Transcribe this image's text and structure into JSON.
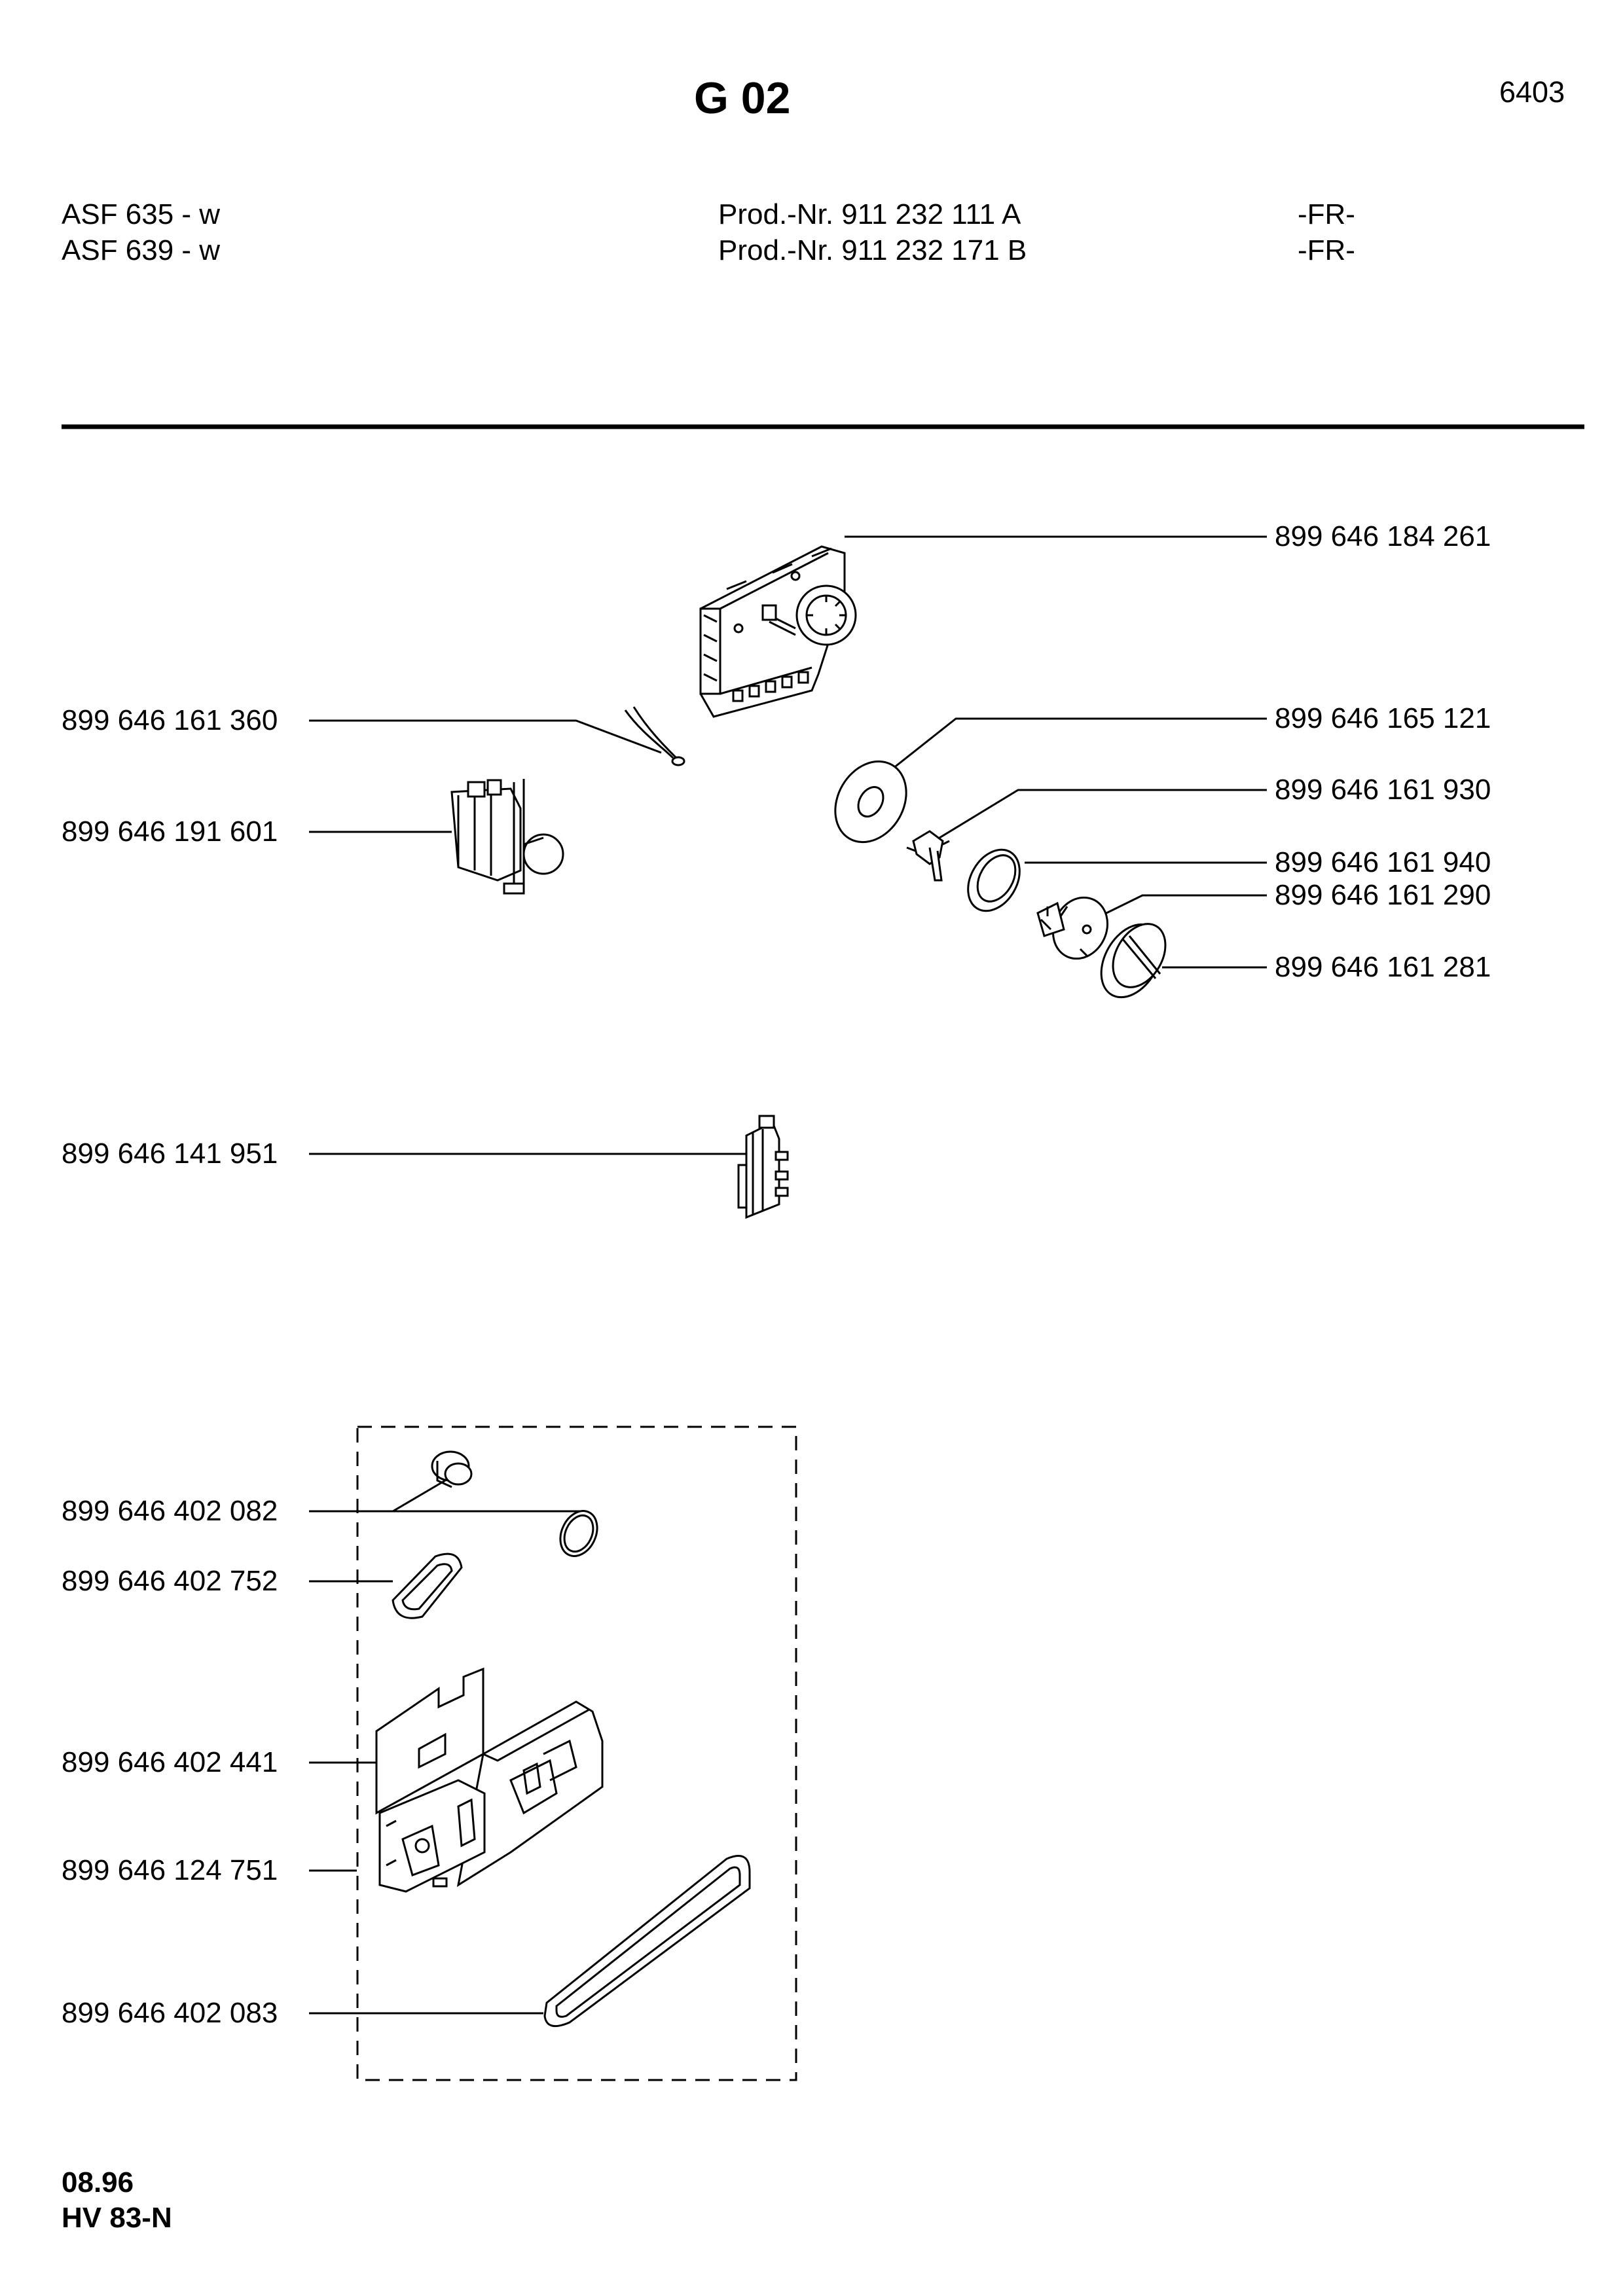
{
  "header": {
    "title": "G 02",
    "page_code": "6403",
    "models": [
      {
        "model": "ASF 635 - w",
        "prod": "Prod.-Nr. 911 232 111 A",
        "region": "-FR-"
      },
      {
        "model": "ASF 639 - w",
        "prod": "Prod.-Nr. 911 232 171 B",
        "region": "-FR-"
      }
    ]
  },
  "parts": {
    "timer": "899 646 184 261",
    "sensor_wire": "899 646 161 360",
    "switch": "899 646 191 601",
    "washer": "899 646 165 121",
    "clip": "899 646 161 930",
    "ring": "899 646 161 940",
    "adapter": "899 646 161 290",
    "knob": "899 646 161 281",
    "door_switch": "899 646 141 951",
    "lock_ring": "899 646 402 082",
    "small_gasket": "899 646 402 752",
    "lock_body": "899 646 402 441",
    "actuator": "899 646 124 751",
    "large_gasket": "899 646 402 083"
  },
  "footer": {
    "date": "08.96",
    "code": "HV 83-N"
  }
}
